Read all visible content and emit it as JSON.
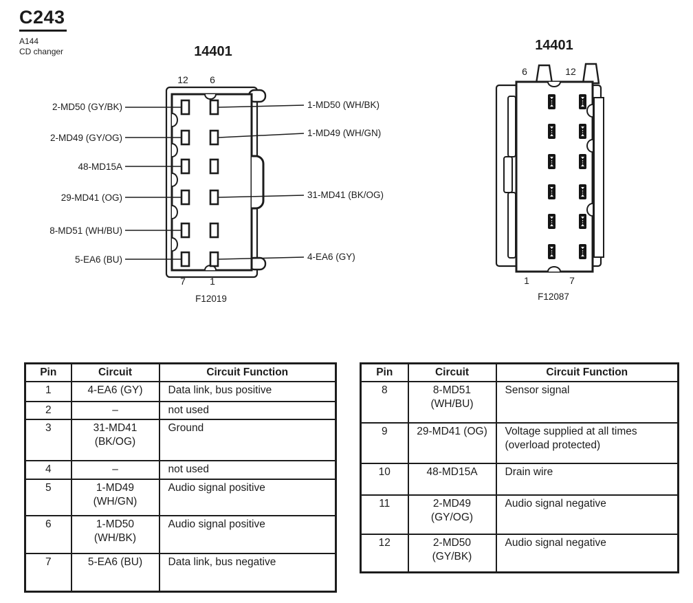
{
  "header": {
    "connector_id": "C243",
    "component_code": "A144",
    "component_desc": "CD changer"
  },
  "colors": {
    "ink": "#1c1c1c",
    "background": "#ffffff"
  },
  "diagrams": {
    "front_view": {
      "part_number": "14401",
      "figure_id": "F12019",
      "pin_numbers_top": [
        "12",
        "6"
      ],
      "pin_numbers_bottom": [
        "7",
        "1"
      ],
      "wire_labels_left": [
        "2-MD50 (GY/BK)",
        "2-MD49 (GY/OG)",
        "48-MD15A",
        "29-MD41 (OG)",
        "8-MD51 (WH/BU)",
        "5-EA6 (BU)"
      ],
      "wire_labels_right": [
        "1-MD50 (WH/BK)",
        "1-MD49 (WH/GN)",
        "31-MD41 (BK/OG)",
        "4-EA6 (GY)"
      ]
    },
    "rear_view": {
      "part_number": "14401",
      "figure_id": "F12087",
      "pin_numbers_top": [
        "6",
        "12"
      ],
      "pin_numbers_bottom": [
        "1",
        "7"
      ]
    }
  },
  "tables": {
    "left": {
      "headers": [
        "Pin",
        "Circuit",
        "Circuit Function"
      ],
      "rows": [
        {
          "pin": "1",
          "circuit_lines": [
            "4-EA6 (GY)"
          ],
          "function_lines": [
            "Data link, bus positive"
          ]
        },
        {
          "pin": "2",
          "circuit_lines": [
            "–"
          ],
          "function_lines": [
            "not used"
          ]
        },
        {
          "pin": "3",
          "circuit_lines": [
            "31-MD41",
            "(BK/OG)"
          ],
          "function_lines": [
            "Ground"
          ]
        },
        {
          "pin": "4",
          "circuit_lines": [
            "–"
          ],
          "function_lines": [
            "not used"
          ]
        },
        {
          "pin": "5",
          "circuit_lines": [
            "1-MD49",
            "(WH/GN)"
          ],
          "function_lines": [
            "Audio signal positive"
          ]
        },
        {
          "pin": "6",
          "circuit_lines": [
            "1-MD50",
            "(WH/BK)"
          ],
          "function_lines": [
            "Audio signal positive"
          ]
        },
        {
          "pin": "7",
          "circuit_lines": [
            "5-EA6 (BU)"
          ],
          "function_lines": [
            "Data link, bus negative"
          ]
        }
      ]
    },
    "right": {
      "headers": [
        "Pin",
        "Circuit",
        "Circuit Function"
      ],
      "rows": [
        {
          "pin": "8",
          "circuit_lines": [
            "8-MD51",
            "(WH/BU)"
          ],
          "function_lines": [
            "Sensor signal"
          ]
        },
        {
          "pin": "9",
          "circuit_lines": [
            "29-MD41 (OG)"
          ],
          "function_lines": [
            "Voltage supplied at all times",
            "(overload protected)"
          ]
        },
        {
          "pin": "10",
          "circuit_lines": [
            "48-MD15A"
          ],
          "function_lines": [
            "Drain wire"
          ]
        },
        {
          "pin": "11",
          "circuit_lines": [
            "2-MD49",
            "(GY/OG)"
          ],
          "function_lines": [
            "Audio signal negative"
          ]
        },
        {
          "pin": "12",
          "circuit_lines": [
            "2-MD50",
            "(GY/BK)"
          ],
          "function_lines": [
            "Audio signal negative"
          ]
        }
      ]
    }
  }
}
